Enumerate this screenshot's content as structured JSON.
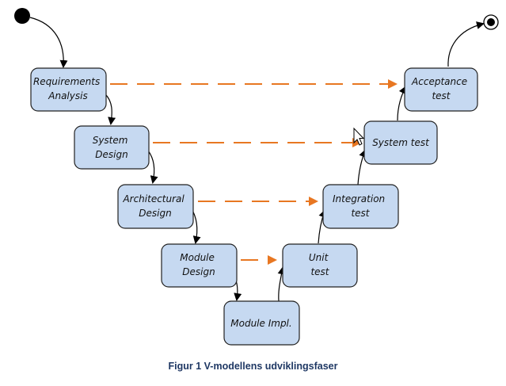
{
  "nodes": {
    "requirements": [
      "Requirements",
      "Analysis"
    ],
    "system_design": [
      "System",
      "Design"
    ],
    "architectural": [
      "Architectural",
      "Design"
    ],
    "module_design": [
      "Module",
      "Design"
    ],
    "module_impl": [
      "Module Impl."
    ],
    "unit_test": [
      "Unit",
      "test"
    ],
    "integration": [
      "Integration",
      "test"
    ],
    "system_test": [
      "System test"
    ],
    "acceptance": [
      "Acceptance",
      "test"
    ]
  },
  "caption": "Figur 1 V-modellens udviklingsfaser",
  "colors": {
    "box_fill": "#c6d9f1",
    "box_stroke": "#222222",
    "dashed_arrow": "#e87722",
    "flow_arrow": "#000000",
    "caption": "#1f3864"
  }
}
